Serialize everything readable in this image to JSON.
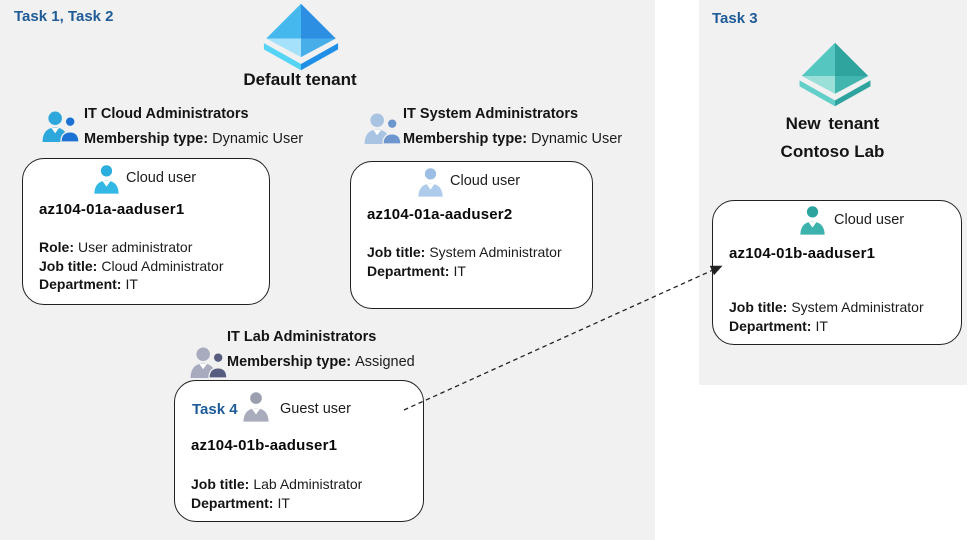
{
  "left_panel": {
    "task_label": "Task 1, Task 2",
    "tenant": {
      "name": "Default tenant"
    },
    "groups": [
      {
        "name": "IT Cloud Administrators",
        "membership_label": "Membership type:",
        "membership_value": "Dynamic User"
      },
      {
        "name": "IT System Administrators",
        "membership_label": "Membership type:",
        "membership_value": "Dynamic User"
      },
      {
        "name": "IT Lab Administrators",
        "membership_label": "Membership type:",
        "membership_value": "Assigned"
      }
    ],
    "cards": [
      {
        "user_type": "Cloud user",
        "name": "az104-01a-aaduser1",
        "fields": [
          {
            "label": "Role:",
            "value": "User administrator"
          },
          {
            "label": "Job title:",
            "value": "Cloud Administrator"
          },
          {
            "label": "Department:",
            "value": "IT"
          }
        ]
      },
      {
        "user_type": "Cloud user",
        "name": "az104-01a-aaduser2",
        "fields": [
          {
            "label": "Job title:",
            "value": "System Administrator"
          },
          {
            "label": "Department:",
            "value": "IT"
          }
        ]
      },
      {
        "task_label": "Task 4",
        "user_type": "Guest user",
        "name": "az104-01b-aaduser1",
        "fields": [
          {
            "label": "Job title:",
            "value": "Lab Administrator"
          },
          {
            "label": "Department:",
            "value": "IT"
          }
        ]
      }
    ]
  },
  "right_panel": {
    "task_label": "Task 3",
    "tenant": {
      "line1": "New tenant",
      "line2": "Contoso Lab"
    },
    "card": {
      "user_type": "Cloud user",
      "name": "az104-01b-aaduser1",
      "fields": [
        {
          "label": "Job title:",
          "value": "System Administrator"
        },
        {
          "label": "Department:",
          "value": "IT"
        }
      ]
    }
  },
  "colors": {
    "panel_bg": "#f1f1f2",
    "task_label_blue": "#1f5c97",
    "card_border": "#212121",
    "arrow": "#222222"
  },
  "icons": {
    "tenant_blue": {
      "face_ul": "#45b8ee",
      "face_ur": "#2d8fe2",
      "face_ll": "#a5e1fa",
      "face_lr": "#47aeea",
      "band_left": "#55d4f5",
      "band_right": "#1f8fe8"
    },
    "tenant_teal": {
      "face_ul": "#56c6c0",
      "face_ur": "#2fa49e",
      "face_ll": "#9bdfd9",
      "face_lr": "#41b5ae",
      "band_left": "#63cfc9",
      "band_right": "#2fa49e"
    },
    "group_cloud": {
      "primary": "#2ea7dc",
      "secondary": "#1b72d4"
    },
    "group_system": {
      "primary": "#a9c3e3",
      "secondary": "#6e96ce"
    },
    "group_lab": {
      "primary": "#a7abbd",
      "secondary": "#575d7f"
    },
    "user_cloud1": {
      "head": "#29aede",
      "body": "#33b7e4"
    },
    "user_cloud2": {
      "head": "#9cbde4",
      "body": "#aecbec"
    },
    "user_guest": {
      "head": "#9b9eae",
      "body": "#a9acbc"
    },
    "user_teal": {
      "head": "#2da39e",
      "body": "#3bb2ac"
    }
  }
}
